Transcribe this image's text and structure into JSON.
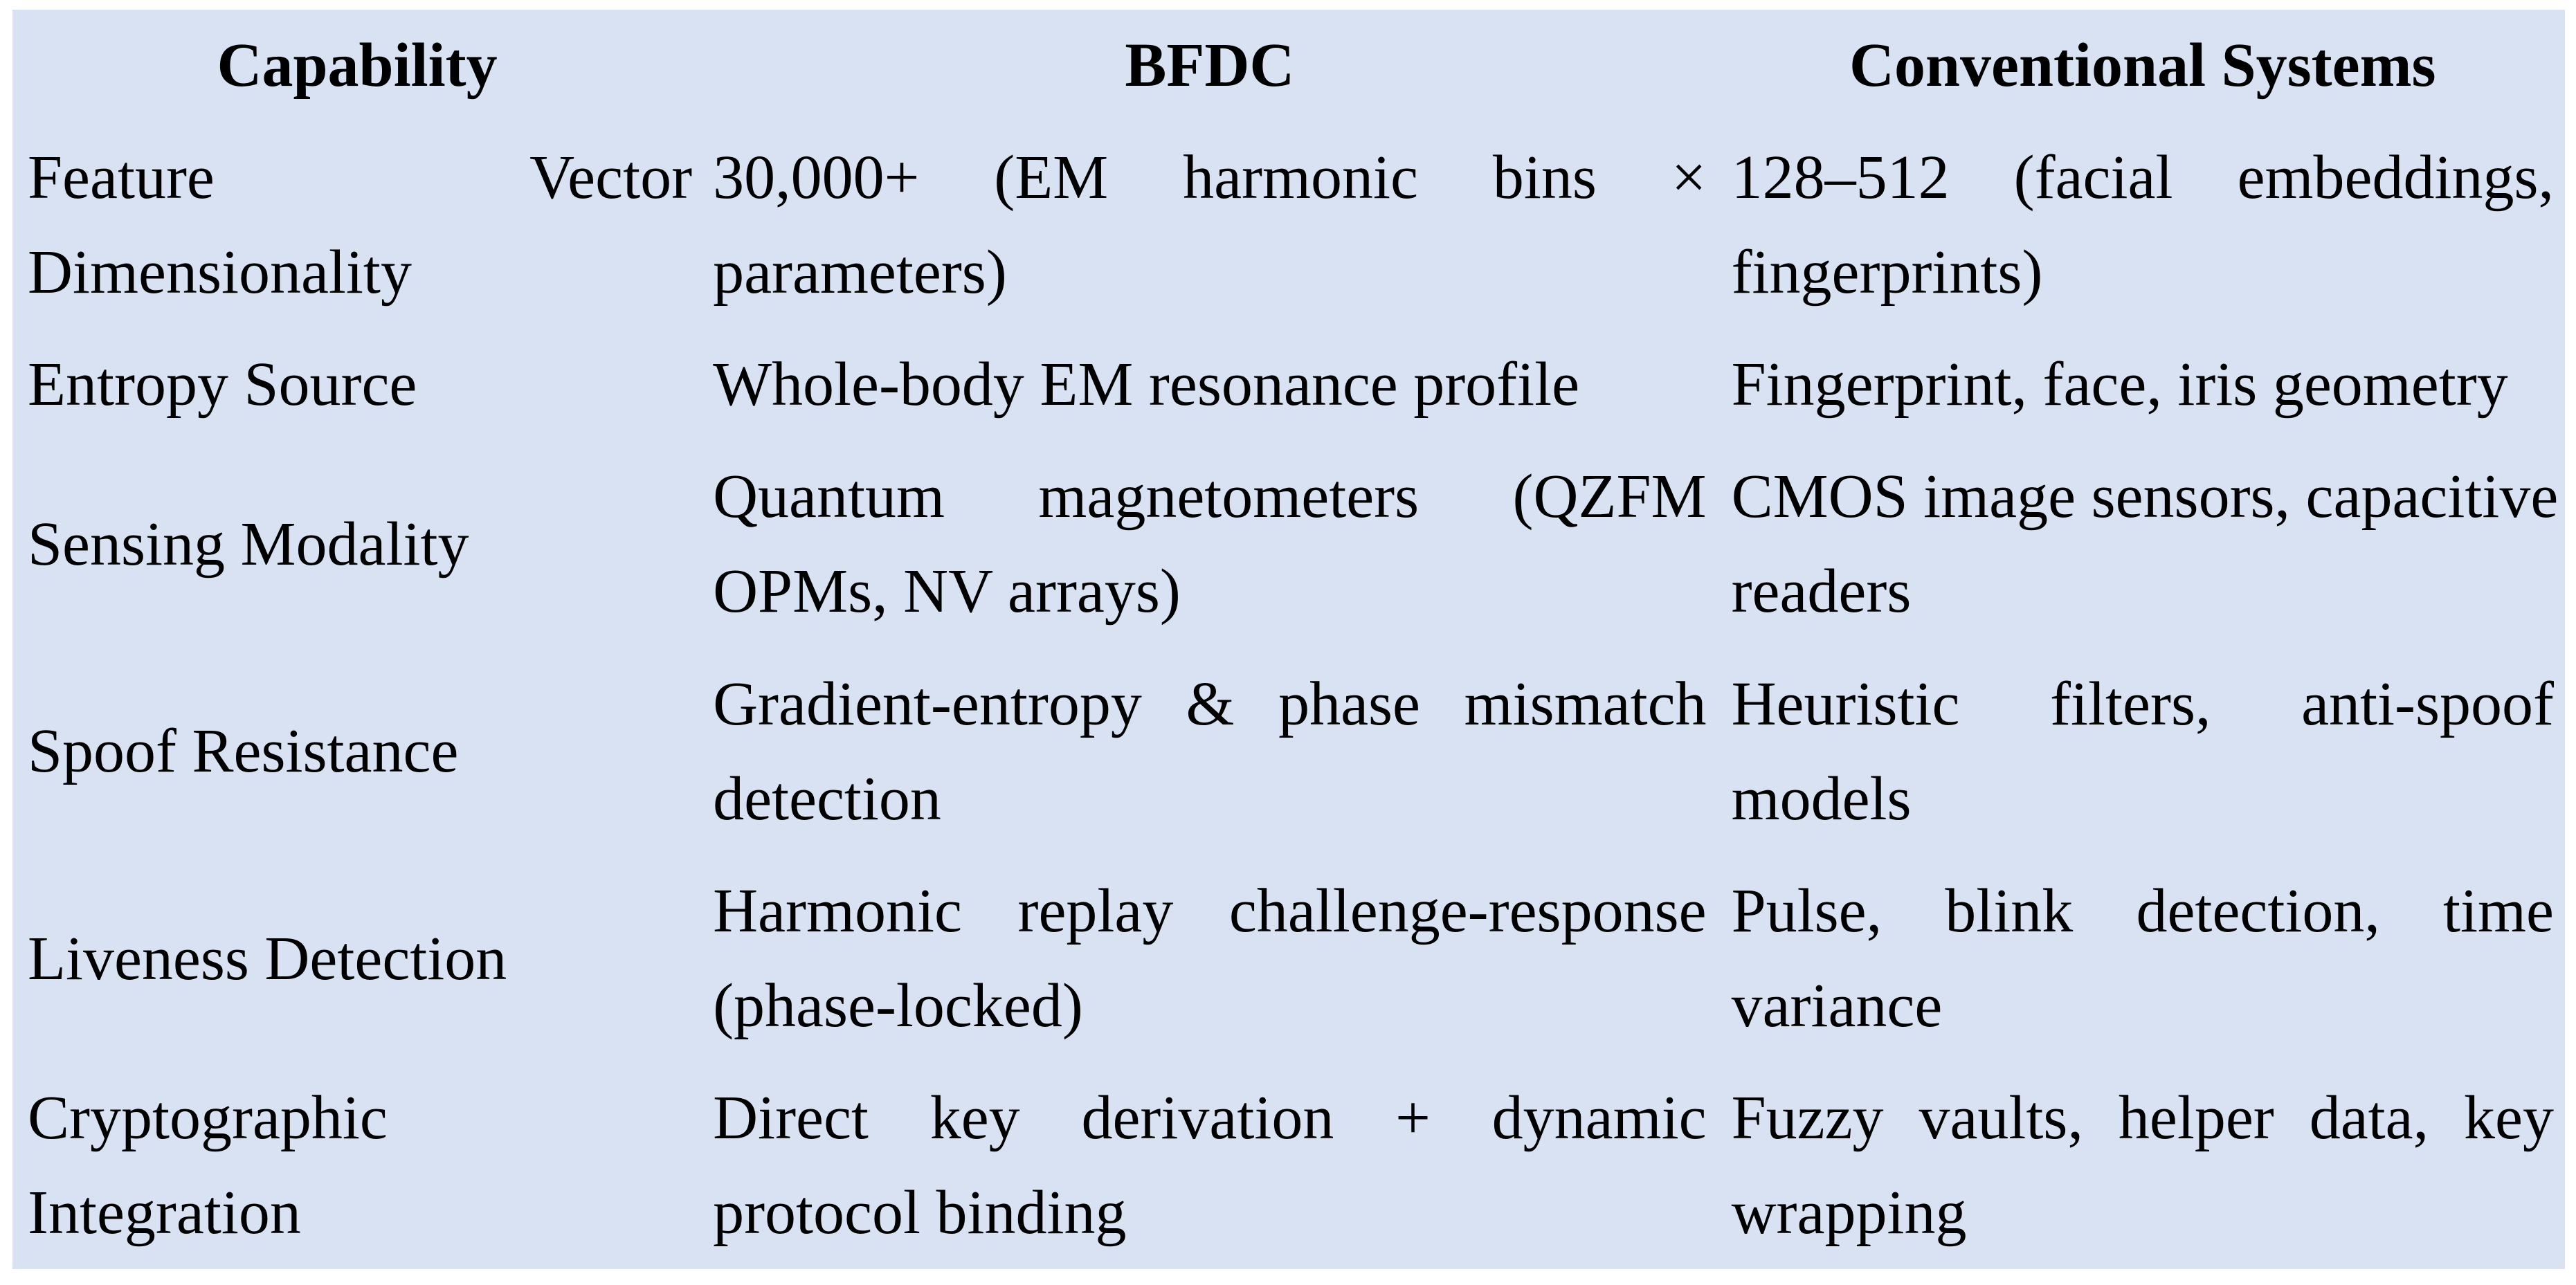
{
  "colors": {
    "page_background": "#ffffff",
    "table_background": "#d9e2f2",
    "text": "#000000"
  },
  "table": {
    "headers": {
      "capability": "Capability",
      "bfdc": "BFDC",
      "conventional": "Conventional Systems"
    },
    "rows": [
      {
        "capability": {
          "text": "Feature Vector Dimensionality",
          "lines": [
            "Feature Vector",
            "Dimensionality"
          ]
        },
        "bfdc": {
          "text": "30,000+ (EM harmonic bins × parameters)",
          "lines": [
            "30,000+ (EM harmonic bins ×",
            "parameters)"
          ]
        },
        "conventional": {
          "text": "128–512 (facial embeddings, fingerprints)",
          "lines": [
            "128–512 (facial embeddings,",
            "fingerprints)"
          ]
        }
      },
      {
        "capability": {
          "text": "Entropy Source",
          "lines": [
            "Entropy Source"
          ]
        },
        "bfdc": {
          "text": "Whole-body EM resonance profile",
          "lines": [
            "Whole-body EM resonance profile"
          ]
        },
        "conventional": {
          "text": "Fingerprint, face, iris geometry",
          "lines": [
            "Fingerprint, face, iris geometry"
          ]
        }
      },
      {
        "capability": {
          "text": "Sensing Modality",
          "lines": [
            "Sensing Modality"
          ]
        },
        "bfdc": {
          "text": "Quantum magnetometers (QZFM OPMs, NV arrays)",
          "lines": [
            "Quantum magnetometers (QZFM",
            "OPMs, NV arrays)"
          ]
        },
        "conventional": {
          "text": "CMOS image sensors, capacitive readers",
          "lines": [
            "CMOS image sensors, capacitive",
            "readers"
          ]
        }
      },
      {
        "capability": {
          "text": "Spoof Resistance",
          "lines": [
            "Spoof Resistance"
          ]
        },
        "bfdc": {
          "text": "Gradient-entropy & phase mismatch detection",
          "lines": [
            "Gradient-entropy & phase mismatch",
            "detection"
          ]
        },
        "conventional": {
          "text": "Heuristic filters, anti-spoof models",
          "lines": [
            "Heuristic filters, anti-spoof",
            "models"
          ]
        }
      },
      {
        "capability": {
          "text": "Liveness Detection",
          "lines": [
            "Liveness Detection"
          ]
        },
        "bfdc": {
          "text": "Harmonic replay challenge-response (phase-locked)",
          "lines": [
            "Harmonic replay challenge-response",
            "(phase-locked)"
          ]
        },
        "conventional": {
          "text": "Pulse, blink detection, time variance",
          "lines": [
            "Pulse, blink detection, time",
            "variance"
          ]
        }
      },
      {
        "capability": {
          "text": "Cryptographic Integration",
          "lines": [
            "Cryptographic",
            "Integration"
          ]
        },
        "bfdc": {
          "text": "Direct key derivation + dynamic protocol binding",
          "lines": [
            "Direct key derivation + dynamic",
            "protocol binding"
          ]
        },
        "conventional": {
          "text": "Fuzzy vaults, helper data, key wrapping",
          "lines": [
            "Fuzzy vaults, helper data, key",
            "wrapping"
          ]
        }
      }
    ]
  }
}
